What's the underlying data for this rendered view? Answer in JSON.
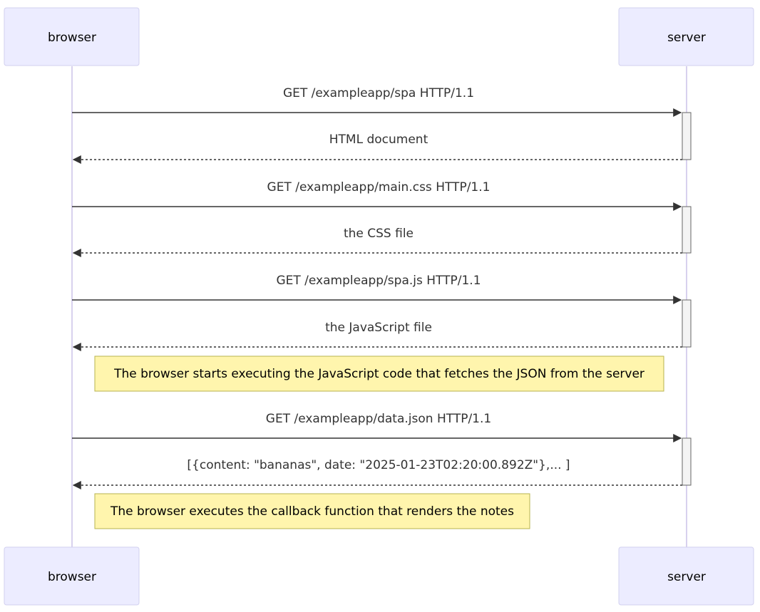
{
  "participants": [
    {
      "id": "browser",
      "label": "browser"
    },
    {
      "id": "server",
      "label": "server"
    }
  ],
  "messages": [
    {
      "text": "GET /exampleapp/spa HTTP/1.1",
      "from": "browser",
      "to": "server",
      "style": "solid"
    },
    {
      "text": "HTML document",
      "from": "server",
      "to": "browser",
      "style": "dashed"
    },
    {
      "text": "GET /exampleapp/main.css HTTP/1.1",
      "from": "browser",
      "to": "server",
      "style": "solid"
    },
    {
      "text": "the CSS file",
      "from": "server",
      "to": "browser",
      "style": "dashed"
    },
    {
      "text": "GET /exampleapp/spa.js HTTP/1.1",
      "from": "browser",
      "to": "server",
      "style": "solid"
    },
    {
      "text": "the JavaScript file",
      "from": "server",
      "to": "browser",
      "style": "dashed"
    },
    {
      "text": "GET /exampleapp/data.json HTTP/1.1",
      "from": "browser",
      "to": "server",
      "style": "solid"
    },
    {
      "text": "[{content: \"bananas\", date: \"2025-01-23T02:20:00.892Z\"},... ]",
      "from": "server",
      "to": "browser",
      "style": "dashed"
    }
  ],
  "notes": [
    {
      "text": "The browser starts executing the JavaScript code that fetches the JSON from the server",
      "over": [
        "browser",
        "server"
      ]
    },
    {
      "text": "The browser executes the callback function that renders the notes",
      "over": [
        "browser"
      ]
    }
  ],
  "colors": {
    "actor_fill": "#ececff",
    "actor_border": "#d2d0ef",
    "lifeline": "#d8d1ee",
    "note_fill": "#fff5ad",
    "note_border": "#b7b34f",
    "arrow": "#333333"
  }
}
